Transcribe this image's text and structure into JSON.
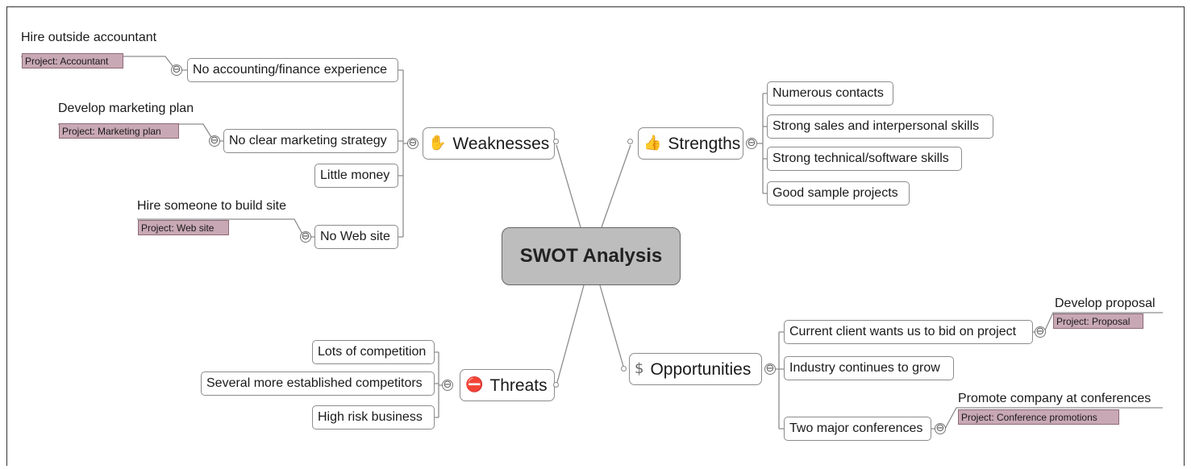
{
  "title": "SWOT Analysis",
  "weaknesses": {
    "label": "Weaknesses",
    "icon": "thumbs-down-icon",
    "items": [
      {
        "label": "No accounting/finance experience",
        "callout": "Hire outside accountant",
        "project": "Project: Accountant"
      },
      {
        "label": "No clear marketing strategy",
        "callout": "Develop marketing plan",
        "project": "Project: Marketing plan"
      },
      {
        "label": "Little money"
      },
      {
        "label": "No Web site",
        "callout": "Hire someone to build site",
        "project": "Project: Web site"
      }
    ]
  },
  "strengths": {
    "label": "Strengths",
    "icon": "thumbs-up-icon",
    "items": [
      {
        "label": "Numerous contacts"
      },
      {
        "label": "Strong sales and interpersonal skills"
      },
      {
        "label": "Strong technical/software skills"
      },
      {
        "label": "Good sample projects"
      }
    ]
  },
  "threats": {
    "label": "Threats",
    "icon": "stop-sign-icon",
    "items": [
      {
        "label": "Lots of competition"
      },
      {
        "label": "Several more established competitors"
      },
      {
        "label": "High risk business"
      }
    ]
  },
  "opportunities": {
    "label": "Opportunities",
    "icon": "dollar-icon",
    "items": [
      {
        "label": "Current client wants us to bid on project",
        "callout": "Develop proposal",
        "project": "Project: Proposal"
      },
      {
        "label": "Industry continues to grow"
      },
      {
        "label": "Two major conferences",
        "callout": "Promote company at conferences",
        "project": "Project: Conference promotions"
      }
    ]
  },
  "collapse_symbol": "⊖",
  "colors": {
    "center_fill": "#bdbdbd",
    "project_tag": "#c8a8b4",
    "line": "#8c8c8c"
  }
}
